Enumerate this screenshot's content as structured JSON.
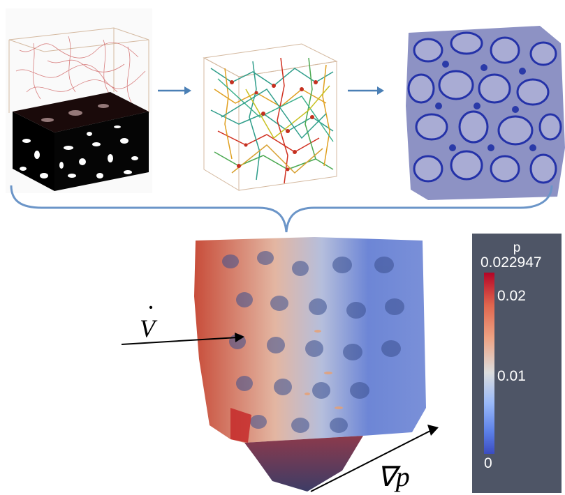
{
  "figure": {
    "panels": [
      {
        "id": "binary-volume",
        "description_icon": "segmented-cube-icon"
      },
      {
        "id": "pore-network",
        "description_icon": "network-cube-icon"
      },
      {
        "id": "surface-mesh",
        "description_icon": "mesh-cube-icon"
      }
    ],
    "result": {
      "id": "pressure-field",
      "description_icon": "pressure-field-icon"
    },
    "symbols": {
      "flow_rate": "V",
      "flow_rate_dot": "·",
      "gradient": "∇p"
    },
    "colorbar": {
      "title": "p",
      "max_label": "0.022947",
      "ticks": [
        "0.02",
        "0.01",
        "0"
      ],
      "colors": [
        "#b40426",
        "#dcdddd",
        "#3b4cc0"
      ]
    },
    "colors": {
      "arrow": "#4a7fb5",
      "brace": "#6b95c8",
      "legend_bg": "#4e5566"
    }
  }
}
